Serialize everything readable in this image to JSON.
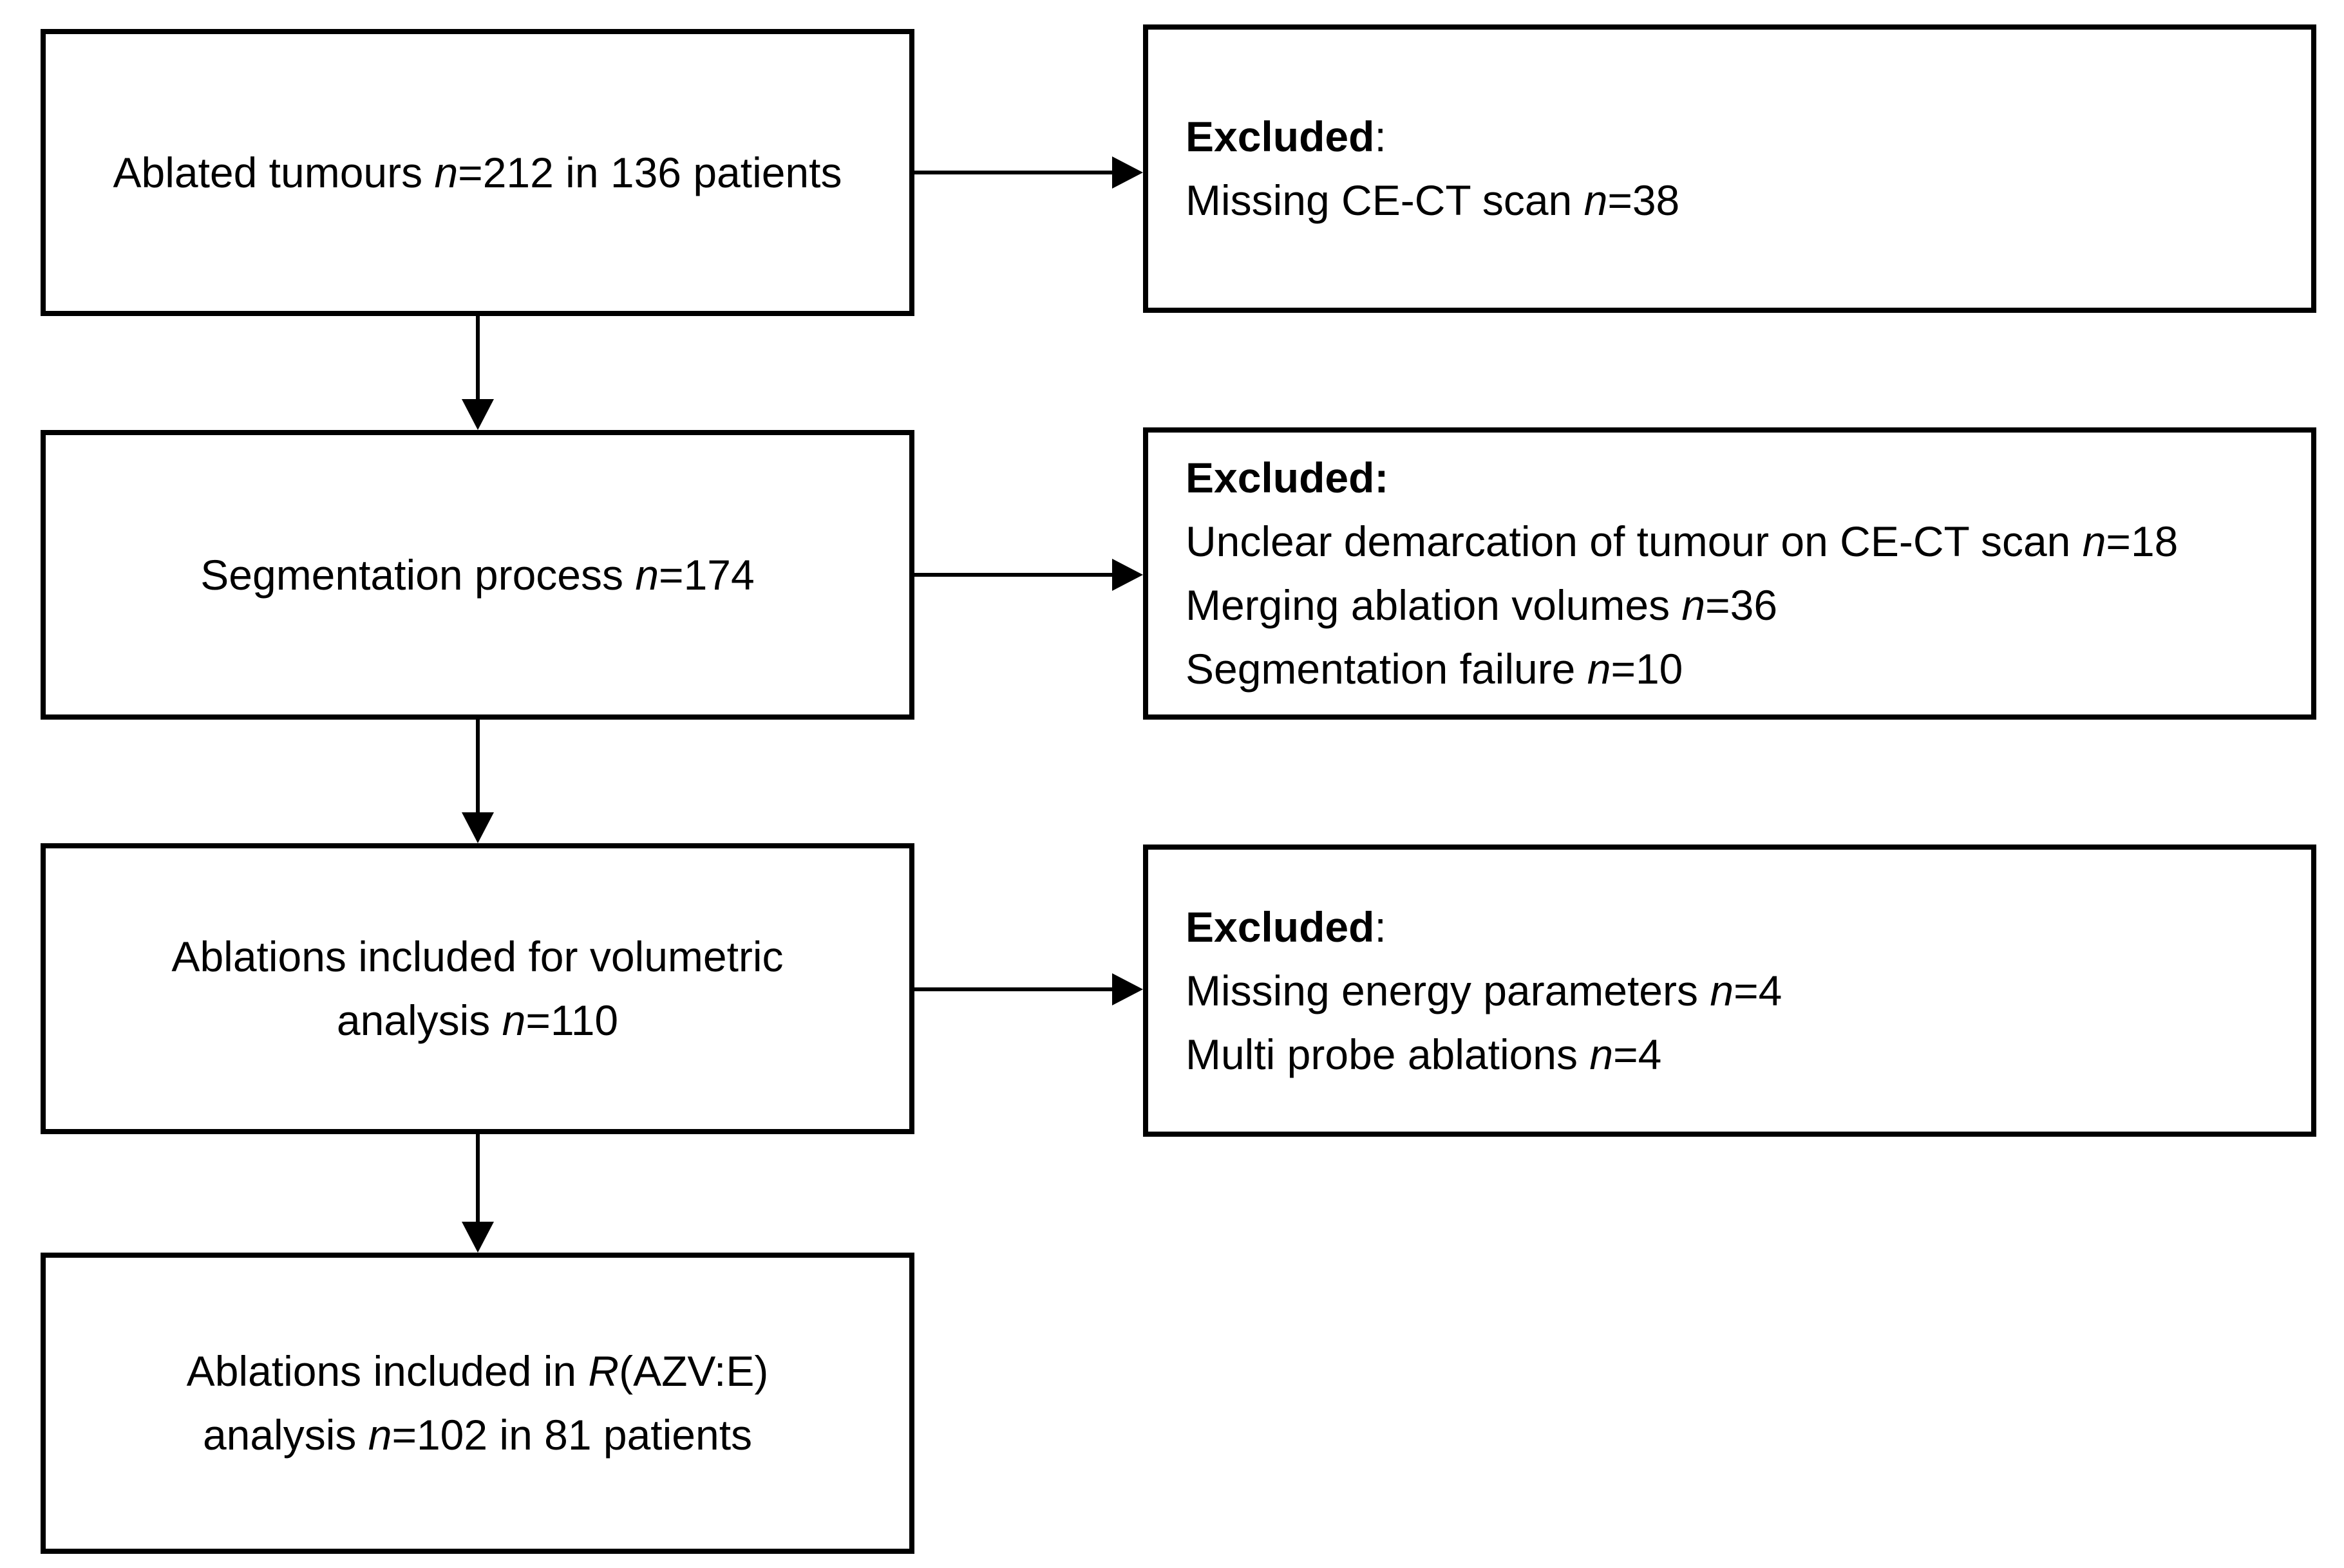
{
  "diagram": {
    "type": "flowchart",
    "colors": {
      "background": "#ffffff",
      "box_border": "#000000",
      "text": "#000000",
      "arrow": "#000000"
    },
    "boxes": {
      "ablated_tumours": {
        "lines": [
          [
            {
              "t": "Ablated tumours "
            },
            {
              "t": "n",
              "i": true
            },
            {
              "t": "=212 in 136 patients"
            }
          ]
        ]
      },
      "segmentation_process": {
        "lines": [
          [
            {
              "t": "Segmentation process "
            },
            {
              "t": "n",
              "i": true
            },
            {
              "t": "=174"
            }
          ]
        ]
      },
      "volumetric_analysis": {
        "lines": [
          [
            {
              "t": "Ablations included for volumetric"
            }
          ],
          [
            {
              "t": "analysis "
            },
            {
              "t": "n",
              "i": true
            },
            {
              "t": "=110"
            }
          ]
        ]
      },
      "razv_e_analysis": {
        "lines": [
          [
            {
              "t": "Ablations included in "
            },
            {
              "t": "R",
              "i": true
            },
            {
              "t": "(AZV:E)"
            }
          ],
          [
            {
              "t": "analysis "
            },
            {
              "t": "n",
              "i": true
            },
            {
              "t": "=102 in 81 patients"
            }
          ]
        ]
      },
      "excluded_after_ablation": {
        "lines": [
          [
            {
              "t": "Excluded",
              "b": true
            },
            {
              "t": ":"
            }
          ],
          [
            {
              "t": "Missing CE-CT scan "
            },
            {
              "t": "n",
              "i": true
            },
            {
              "t": "=38"
            }
          ]
        ]
      },
      "excluded_after_segmentation": {
        "lines": [
          [
            {
              "t": "Excluded:",
              "b": true
            }
          ],
          [
            {
              "t": "Unclear demarcation of tumour on CE-CT scan "
            },
            {
              "t": "n",
              "i": true
            },
            {
              "t": "=18"
            }
          ],
          [
            {
              "t": "Merging ablation volumes "
            },
            {
              "t": "n",
              "i": true
            },
            {
              "t": "=36"
            }
          ],
          [
            {
              "t": "Segmentation failure "
            },
            {
              "t": "n",
              "i": true
            },
            {
              "t": "=10"
            }
          ]
        ]
      },
      "excluded_after_volumetric": {
        "lines": [
          [
            {
              "t": "Excluded",
              "b": true
            },
            {
              "t": ":"
            }
          ],
          [
            {
              "t": "Missing energy parameters "
            },
            {
              "t": "n",
              "i": true
            },
            {
              "t": "=4"
            }
          ],
          [
            {
              "t": "Multi probe ablations "
            },
            {
              "t": "n",
              "i": true
            },
            {
              "t": "=4"
            }
          ]
        ]
      }
    }
  }
}
